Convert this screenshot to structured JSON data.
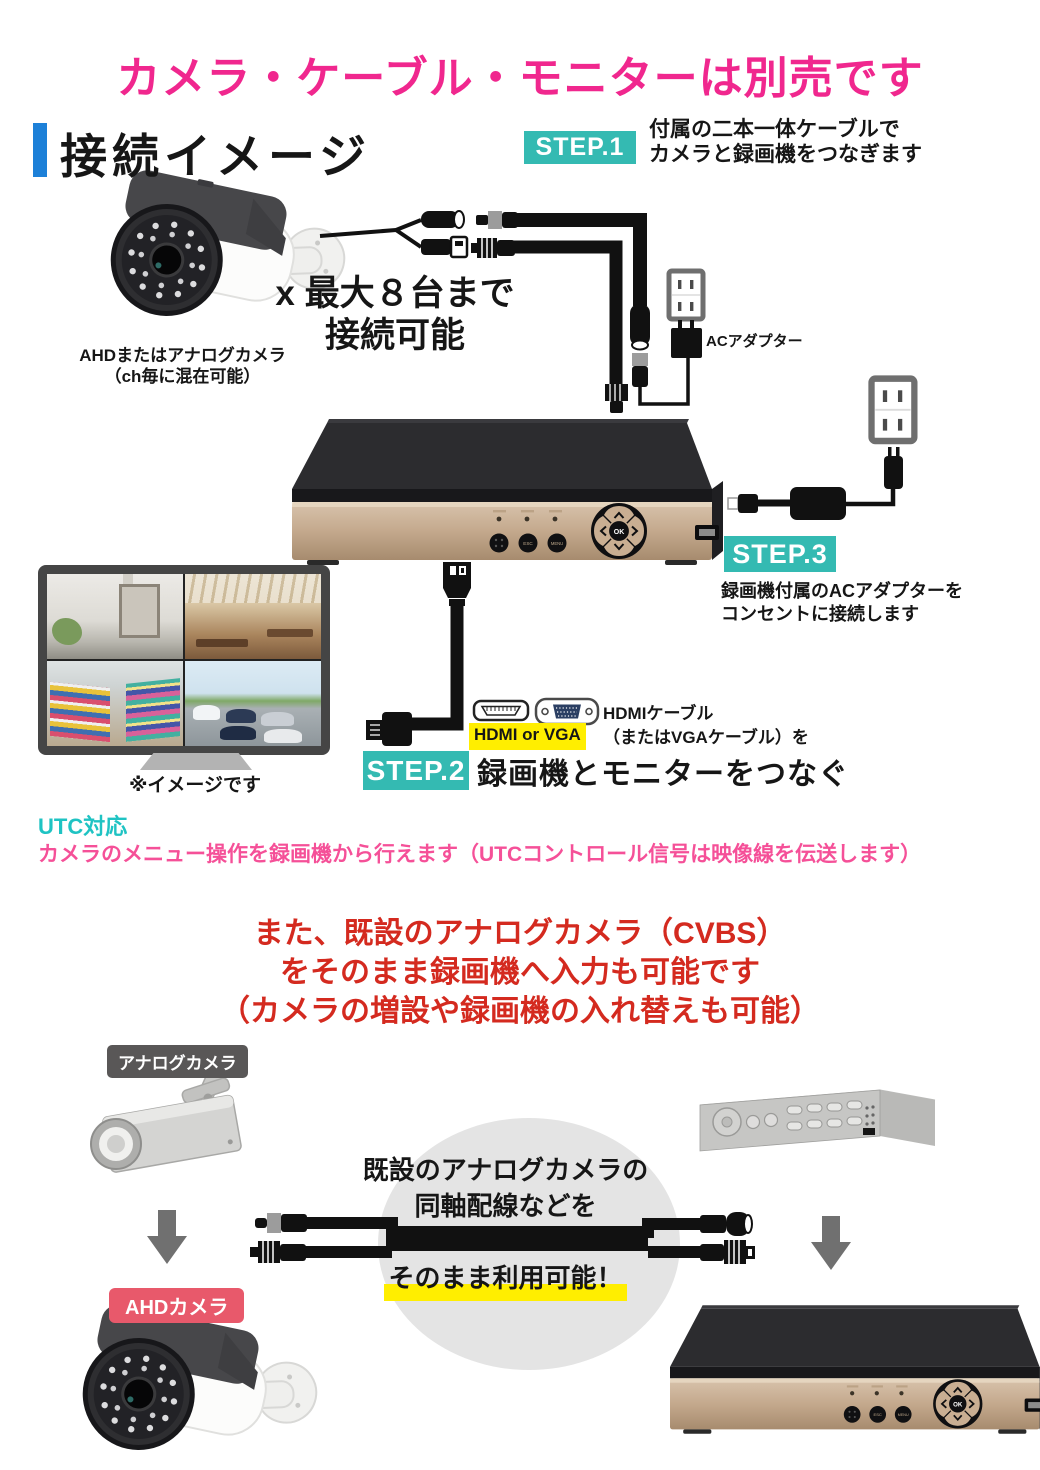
{
  "banner": {
    "text": "カメラ・ケーブル・モニターは別売です"
  },
  "section": {
    "heading": "接続イメージ"
  },
  "steps": {
    "step1": {
      "label": "STEP.1",
      "desc1": "付属の二本一体ケーブルで",
      "desc2": "カメラと録画機をつなぎます"
    },
    "step2": {
      "label": "STEP.2",
      "title": "録画機とモニターをつなぐ",
      "hdmi_or_vga": "HDMI or VGA",
      "cable1": "HDMIケーブル",
      "cable2": "（またはVGAケーブル）を"
    },
    "step3": {
      "label": "STEP.3",
      "desc1": "録画機付属のACアダプターを",
      "desc2": "コンセントに接続します"
    }
  },
  "camera_area": {
    "max1": "x 最大８台まで",
    "max2": "接続可能",
    "caption1": "AHDまたはアナログカメラ",
    "caption2": "（ch毎に混在可能）",
    "ac_adapter": "ACアダプター",
    "monitor_note": "※イメージです"
  },
  "utc": {
    "heading": "UTC対応",
    "desc": "カメラのメニュー操作を録画機から行えます（UTCコントロール信号は映像線を伝送します）"
  },
  "cvbs": {
    "line1": "また、既設のアナログカメラ（CVBS）",
    "line2": "をそのまま録画機へ入力も可能です",
    "line3": "（カメラの増設や録画機の入れ替えも可能）",
    "analog_badge": "アナログカメラ",
    "ahd_badge": "AHDカメラ",
    "circle1": "既設のアナログカメラの",
    "circle2": "同軸配線などを",
    "circle3": "そのまま利用可能！"
  },
  "dvr": {
    "ok": "OK",
    "esc": "ESC",
    "menu": "MENU"
  },
  "colors": {
    "title_pink": "#f0278e",
    "heading_bar_blue": "#1d80d8",
    "step_teal": "#34bab2",
    "utc_teal": "#1fc3c3",
    "utc_pink": "#f55098",
    "warning_red": "#d42a1f",
    "ahd_badge_red": "#e8596b",
    "analog_badge_gray": "#595757",
    "highlight_yellow": "#ffee00"
  }
}
